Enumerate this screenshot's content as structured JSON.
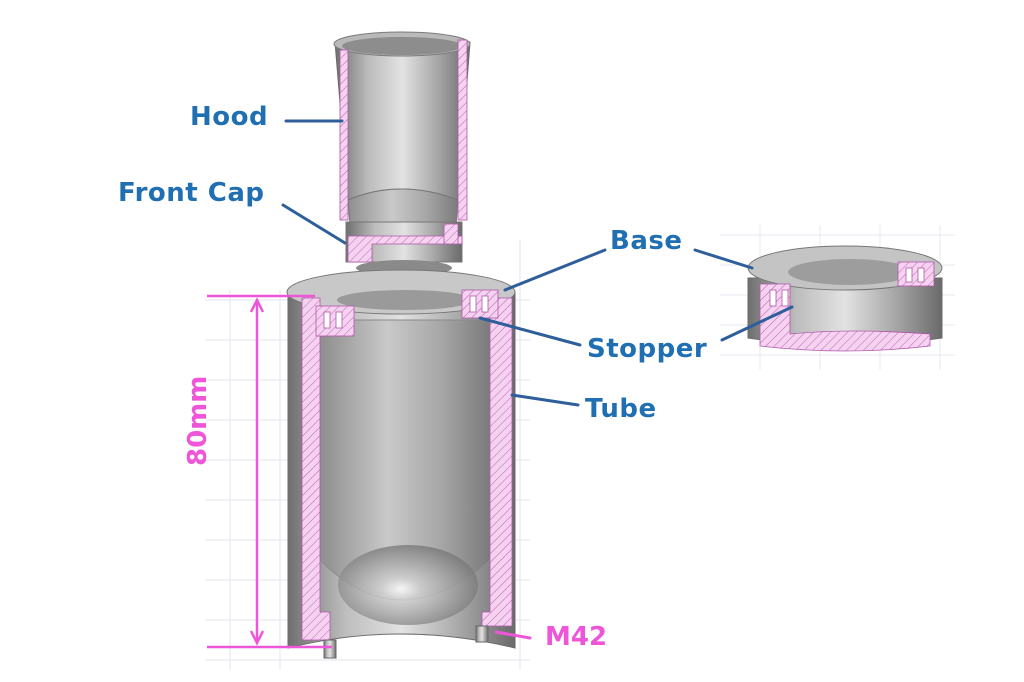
{
  "labels": {
    "hood": "Hood",
    "front_cap": "Front Cap",
    "base": "Base",
    "stopper": "Stopper",
    "tube": "Tube"
  },
  "dimensions": {
    "height": "80mm",
    "thread": "M42"
  },
  "colors": {
    "label_text": "#1f6fb2",
    "leader_line": "#2f5f9a",
    "dimension": "#ee55d8",
    "section_fill": "#f4d2f0",
    "section_hatch": "#c060b8",
    "metal_dark": "#7a7a7a",
    "metal_mid": "#b2b2b2",
    "metal_light": "#e6e6e6",
    "grid": "#e4e4ec"
  }
}
